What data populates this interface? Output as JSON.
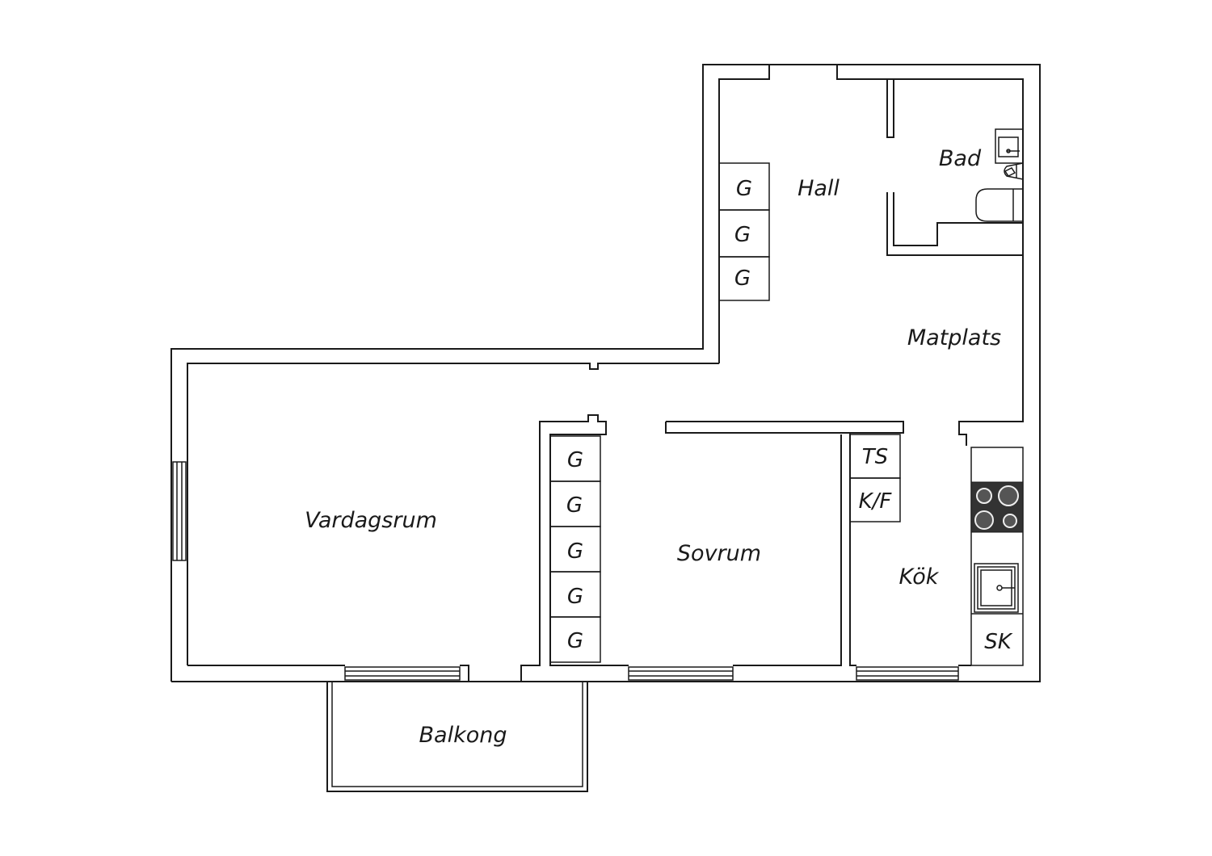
{
  "rooms": {
    "hall": "Hall",
    "bad": "Bad",
    "matplats": "Matplats",
    "vardagsrum": "Vardagsrum",
    "sovrum": "Sovrum",
    "kok": "Kök",
    "balkong": "Balkong"
  },
  "fixtures": {
    "hall_wardrobes": [
      "G",
      "G",
      "G"
    ],
    "bedroom_wardrobes": [
      "G",
      "G",
      "G",
      "G",
      "G"
    ],
    "tumble_dryer": "TS",
    "fridge_freezer": "K/F",
    "broom_closet": "SK"
  },
  "colors": {
    "line": "#1a1a1a",
    "stove": "#333333",
    "background": "#ffffff"
  }
}
